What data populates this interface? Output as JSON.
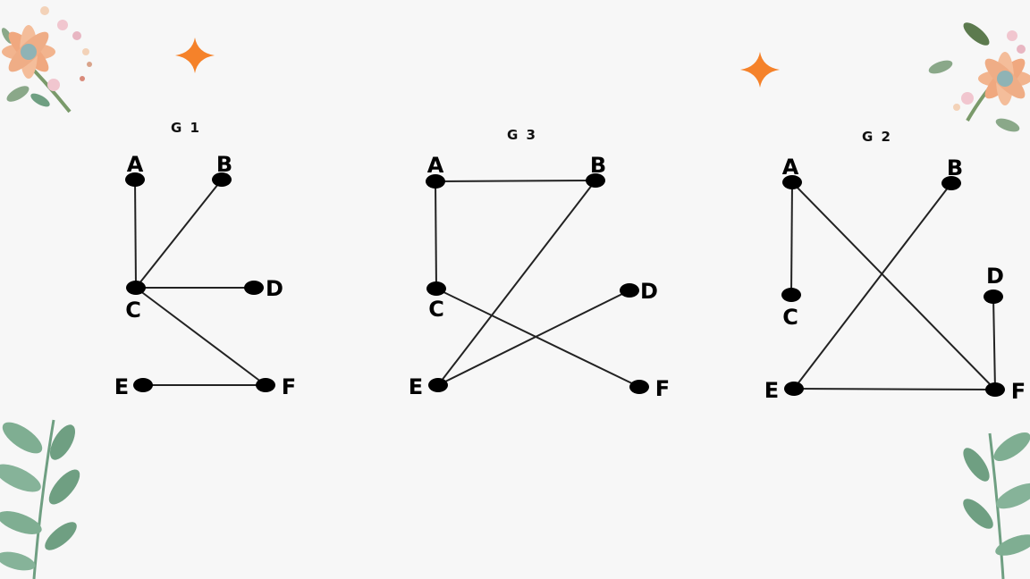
{
  "colors": {
    "background": "#f7f7f7",
    "sparkle": "#f5822a",
    "petal": "#f2b48e",
    "leaf": "#6f9f82"
  },
  "decorations": [
    "flower-bouquet-icon",
    "flower-bouquet-icon",
    "sparkle-icon",
    "sparkle-icon",
    "leaf-branch-icon",
    "leaf-branch-icon"
  ],
  "graphs": [
    {
      "id": "g1",
      "title": "G 1",
      "nodes": [
        "A",
        "B",
        "C",
        "D",
        "E",
        "F"
      ],
      "edges": [
        [
          "A",
          "C"
        ],
        [
          "B",
          "C"
        ],
        [
          "C",
          "D"
        ],
        [
          "C",
          "F"
        ],
        [
          "E",
          "F"
        ]
      ]
    },
    {
      "id": "g3",
      "title": "G 3",
      "nodes": [
        "A",
        "B",
        "C",
        "D",
        "E",
        "F"
      ],
      "edges": [
        [
          "A",
          "B"
        ],
        [
          "A",
          "C"
        ],
        [
          "B",
          "E"
        ],
        [
          "C",
          "F"
        ],
        [
          "D",
          "E"
        ]
      ]
    },
    {
      "id": "g2",
      "title": "G 2",
      "nodes": [
        "A",
        "B",
        "C",
        "D",
        "E",
        "F"
      ],
      "edges": [
        [
          "A",
          "C"
        ],
        [
          "A",
          "F"
        ],
        [
          "B",
          "E"
        ],
        [
          "D",
          "F"
        ],
        [
          "E",
          "F"
        ]
      ]
    }
  ]
}
